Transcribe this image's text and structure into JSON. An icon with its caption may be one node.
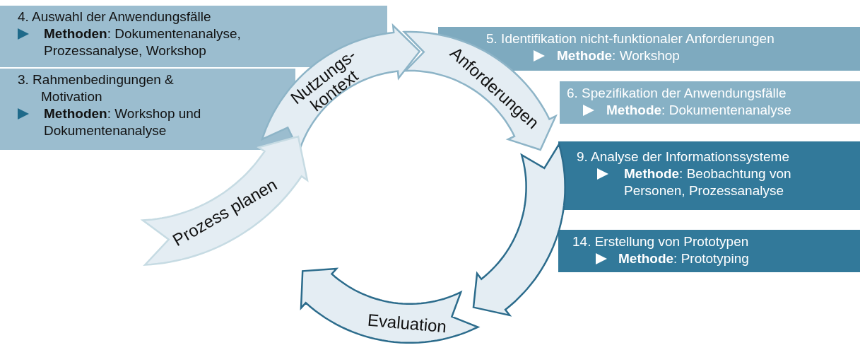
{
  "diagram": {
    "nodes": [
      {
        "text": [
          "4. Auswahl der Anwendungsfälle",
          "**Methoden**: Dokumentenanalyse, Prozessanalyse, Workshop"
        ]
      },
      {
        "text": [
          "3. Rahmenbedingungen & Motivation",
          "**Methoden**: Workshop und Dokumentenanalyse"
        ]
      },
      {
        "text": [
          "Nutzungs- kontext"
        ]
      },
      {
        "text": [
          "Anforderungen"
        ]
      },
      {
        "text": [
          "5. Identifikation nicht-funktionaler Anforderungen",
          "**Methode**: Workshop"
        ]
      },
      {
        "text": [
          "6. Spezifikation der Anwendungsfälle",
          "**Methode**: Dokumentenanalyse"
        ]
      },
      {
        "text": [
          "9. Analyse der Informationssysteme",
          "**Methode**: Beobachtung von Personen, Prozessanalyse"
        ]
      },
      {
        "text": [
          "Prozess planen"
        ]
      },
      {
        "text": [],
        "shape": "arrow"
      },
      {
        "text": [
          "14. Erstellung von Prototypen",
          "**Methode**: Prototyping"
        ]
      },
      {
        "text": [
          "Evaluation"
        ]
      }
    ]
  }
}
